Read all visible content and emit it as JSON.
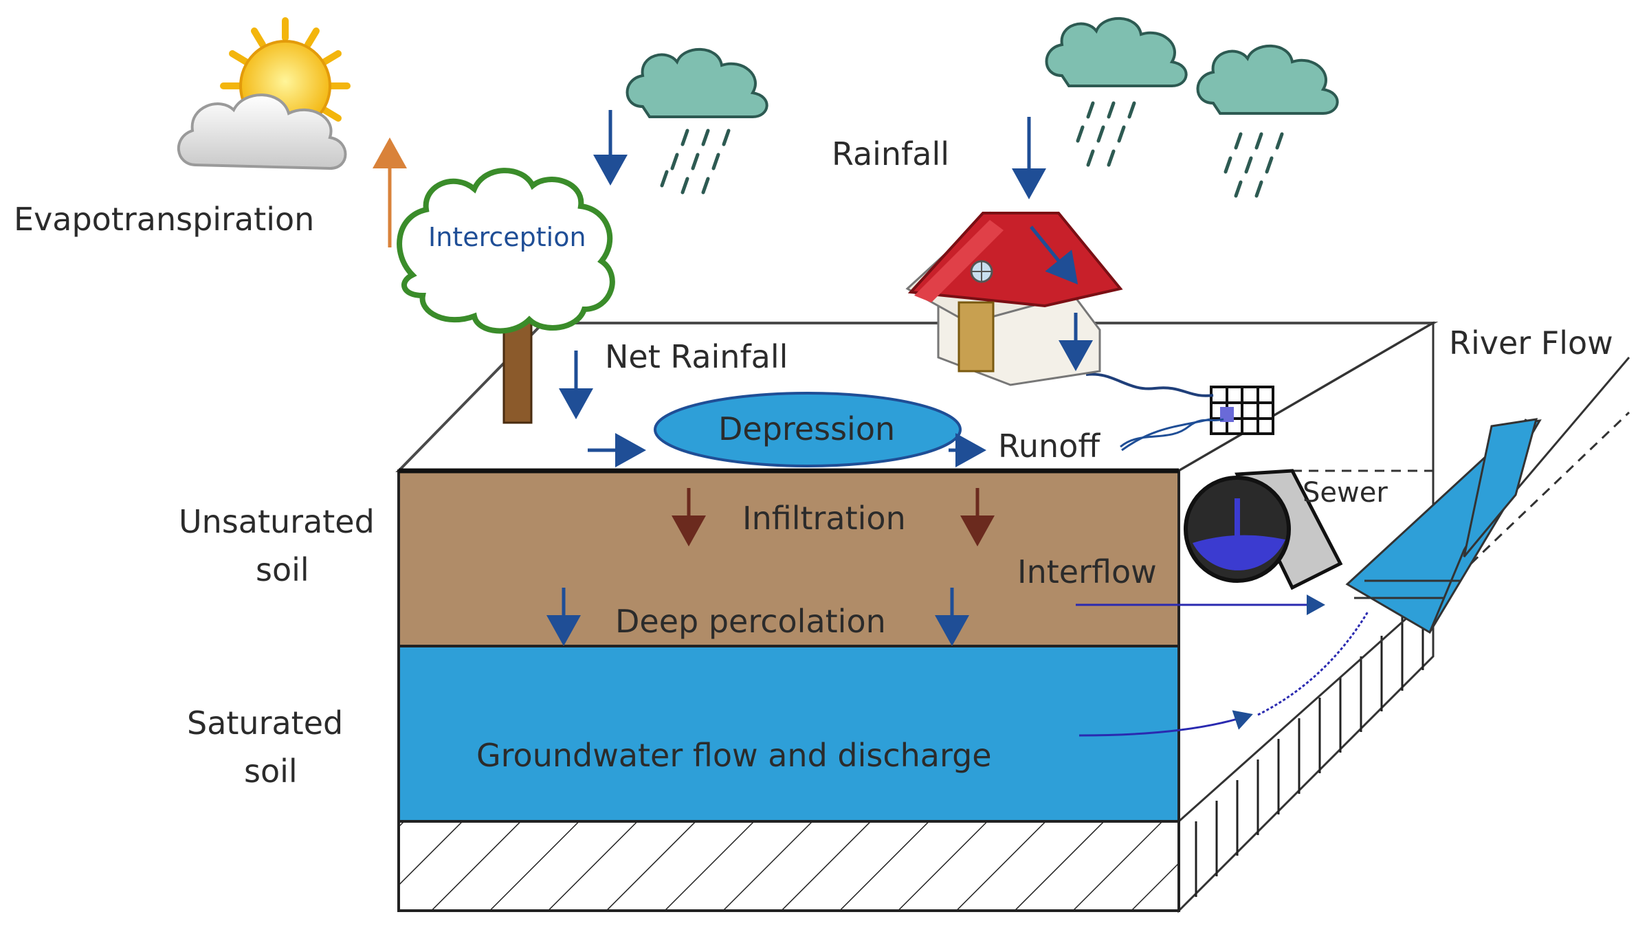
{
  "labels": {
    "evapotranspiration": "Evapotranspiration",
    "interception": "Interception",
    "rainfall": "Rainfall",
    "net_rainfall": "Net Rainfall",
    "depression": "Depression",
    "runoff": "Runoff",
    "river_flow": "River Flow",
    "sewer": "Sewer",
    "infiltration": "Infiltration",
    "interflow": "Interflow",
    "deep_percolation": "Deep percolation",
    "unsaturated_soil_line1": "Unsaturated",
    "unsaturated_soil_line2": "soil",
    "saturated_soil_line1": "Saturated",
    "saturated_soil_line2": "soil",
    "groundwater": "Groundwater flow and discharge"
  },
  "colors": {
    "unsaturated_soil": "#b08c68",
    "saturated_soil": "#2e9fd8",
    "depression_fill": "#2e9fd8",
    "flow_arrow": "#1f4e96",
    "infiltration_arrow": "#6b2a1e",
    "evapotranspiration_arrow": "#d9823a",
    "roof": "#c8202a",
    "cloud_rain": "#7fbfb0",
    "sun": "#f5c318",
    "tree_trunk": "#8b5a2b",
    "tree_outline": "#3a8c2a"
  },
  "icons": [
    "sun-icon",
    "rain-cloud-icon",
    "tree-icon",
    "house-icon",
    "sewer-pipe-icon",
    "drain-grate-icon",
    "river-channel-icon"
  ]
}
